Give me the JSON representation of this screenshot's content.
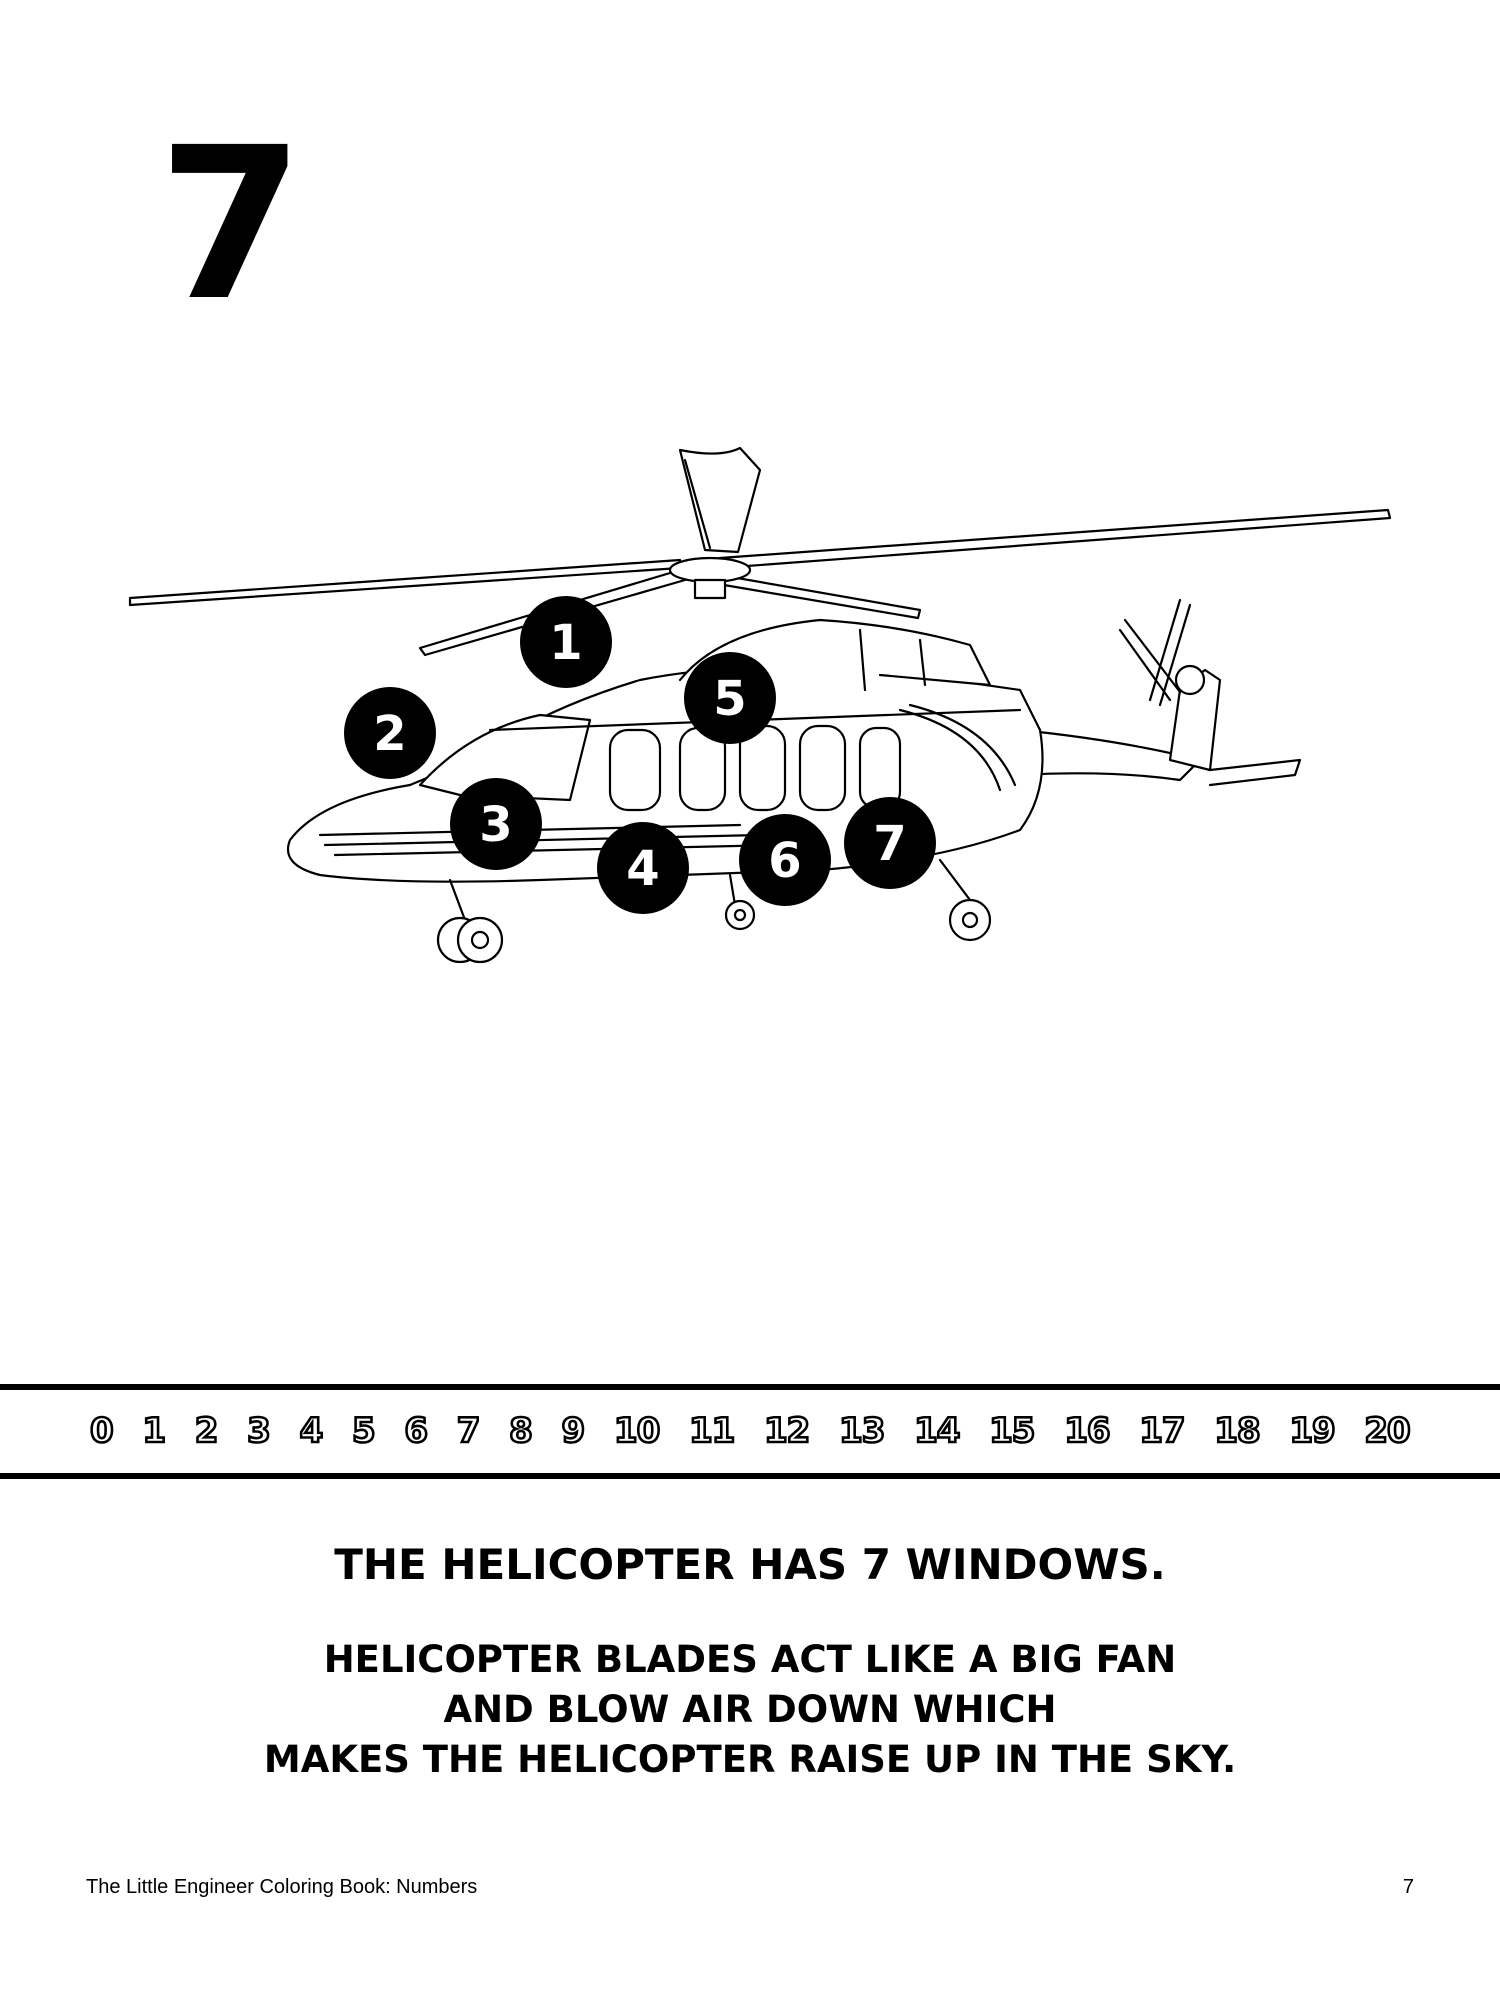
{
  "page": {
    "big_number": "7",
    "number_line": [
      "0",
      "1",
      "2",
      "3",
      "4",
      "5",
      "6",
      "7",
      "8",
      "9",
      "10",
      "11",
      "12",
      "13",
      "14",
      "15",
      "16",
      "17",
      "18",
      "19",
      "20"
    ],
    "markers": [
      "1",
      "2",
      "3",
      "4",
      "5",
      "6",
      "7"
    ],
    "caption_main": "THE HELICOPTER HAS 7 WINDOWS.",
    "caption_info": [
      "HELICOPTER BLADES ACT LIKE A BIG FAN",
      "AND BLOW AIR DOWN WHICH",
      "MAKES THE HELICOPTER RAISE UP IN THE SKY."
    ],
    "footer_title": "The Little Engineer Coloring Book: Numbers",
    "page_number": "7"
  }
}
